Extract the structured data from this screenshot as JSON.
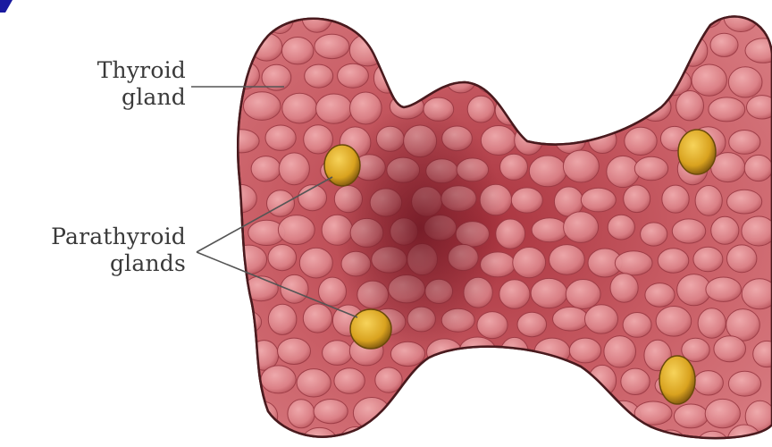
{
  "labels": {
    "thyroid": [
      "Thyroid",
      "gland"
    ],
    "parathyroid": [
      "Parathyroid",
      "glands"
    ]
  },
  "colors": {
    "thyroid_base": "#c85c64",
    "thyroid_dark": "#7a1f2a",
    "lobule_fill": "#e28b8f",
    "outline": "#4a1a1e",
    "parathyroid": "#d9a21f",
    "leader_line": "#555555",
    "label_text": "#3a3a3a",
    "corner_mark": "#1a1aa0"
  },
  "icons": {
    "thyroid": "thyroid-gland-illustration",
    "parathyroid": "parathyroid-gland-nodule"
  }
}
